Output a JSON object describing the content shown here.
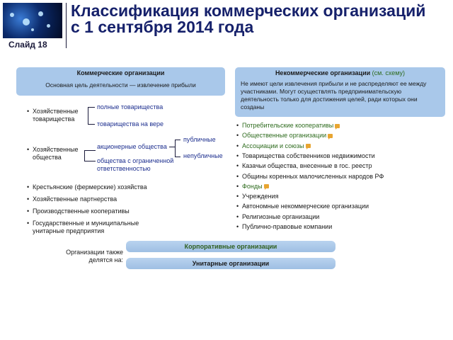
{
  "header": {
    "title": "Классификация коммерческих организаций с 1 сентября 2014 года",
    "slide_label": "Слайд 18"
  },
  "commercial": {
    "box_title": "Коммерческие организации",
    "box_text": "Основная цель деятельности — извлечение прибыли",
    "partnerships": {
      "label": "Хозяйственные товарищества",
      "branches": [
        "полные товарищества",
        "товарищества на вере"
      ]
    },
    "companies": {
      "label": "Хозяйственные общества",
      "branches": [
        "акционерные общества",
        "общества с ограниченной ответственностью"
      ],
      "sub_branches": [
        "публичные",
        "непубличные"
      ]
    },
    "others": [
      "Крестьянские (фермерские) хозяйства",
      "Хозяйственные партнерства",
      "Производственные кооперативы",
      "Государственные и муниципальные унитарные предприятия"
    ]
  },
  "noncommercial": {
    "box_title": "Некоммерческие организации",
    "box_link": "(см. схему)",
    "box_text": "Не имеют цели извлечения прибыли и не распределяют ее между участниками. Могут осуществлять предпринимательскую деятельность только для достижения целей, ради которых они созданы",
    "items": [
      {
        "label": "Потребительские кооперативы",
        "link": true
      },
      {
        "label": "Общественные организации",
        "link": true
      },
      {
        "label": "Ассоциации и союзы",
        "link": true
      },
      {
        "label": "Товарищества собственников недвижимости",
        "link": false
      },
      {
        "label": "Казачьи общества, внесенные в гос. реестр",
        "link": false
      },
      {
        "label": "Общины коренных малочисленных народов РФ",
        "link": false
      },
      {
        "label": "Фонды",
        "link": true
      },
      {
        "label": "Учреждения",
        "link": false
      },
      {
        "label": "Автономные некоммерческие организации",
        "link": false
      },
      {
        "label": "Религиозные организации",
        "link": false
      },
      {
        "label": "Публично-правовые компании",
        "link": false
      }
    ]
  },
  "division": {
    "label": "Организации также делятся на:",
    "bars": [
      "Корпоративные организации",
      "Унитарные организации"
    ]
  },
  "colors": {
    "box": "#a9c8ea",
    "title": "#16216b",
    "link_green": "#2e6b1e",
    "branch_blue": "#1d2f8f",
    "comment_icon": "#e8a531"
  },
  "icons": [
    "world-map-logo",
    "comment-icon"
  ]
}
